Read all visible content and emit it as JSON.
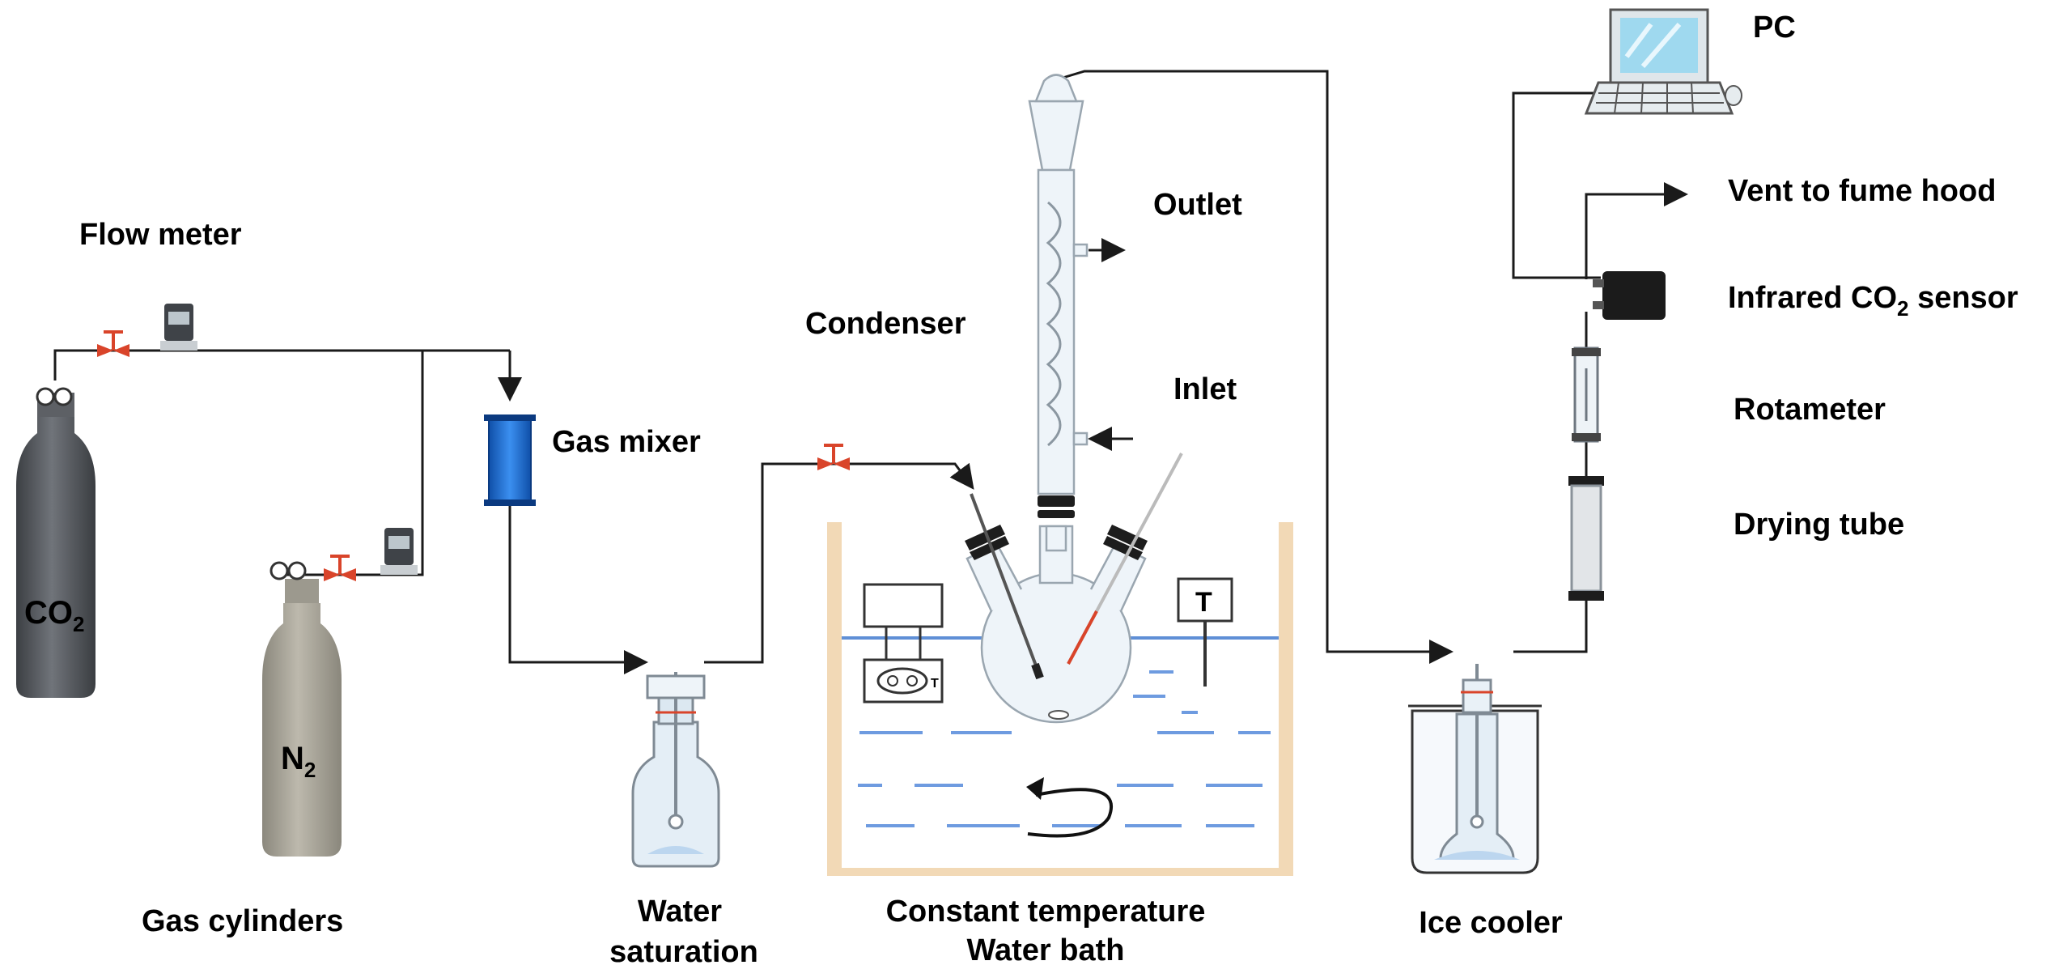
{
  "labels": {
    "flow_meter": "Flow meter",
    "gas_mixer": "Gas mixer",
    "gas_cylinders": "Gas cylinders",
    "co2_cylinder": "CO",
    "co2_cylinder_sub": "2",
    "n2_cylinder": "N",
    "n2_cylinder_sub": "2",
    "water_saturation_line1": "Water",
    "water_saturation_line2": "saturation",
    "condenser": "Condenser",
    "outlet": "Outlet",
    "inlet": "Inlet",
    "bath_line1": "Constant temperature",
    "bath_line2": "Water bath",
    "thermometer_letter": "T",
    "controller_letter": "T",
    "ice_cooler": "Ice cooler",
    "pc": "PC",
    "vent": "Vent to fume hood",
    "sensor_prefix": "Infrared CO",
    "sensor_sub": "2",
    "sensor_suffix": " sensor",
    "rotameter": "Rotameter",
    "drying_tube": "Drying tube"
  },
  "colors": {
    "pipe": "#1a1a1a",
    "pipe_blue": "#2d3f9e",
    "valve": "#d9442a",
    "gas_mixer": "#1f6fd0",
    "co2_cylinder": "#55585c",
    "n2_cylinder": "#a8a498",
    "bath_wall": "#f2d9b6",
    "water_line": "#5f8fd6",
    "glass": "#e4eef6",
    "sensor": "#1b1b1b",
    "pc_screen": "#9fd9ef"
  },
  "icons": [
    "valve-icon",
    "flow-meter-icon",
    "pressure-gauge-icon",
    "pc-icon",
    "thermometer-icon",
    "stirrer-arrow-icon"
  ]
}
